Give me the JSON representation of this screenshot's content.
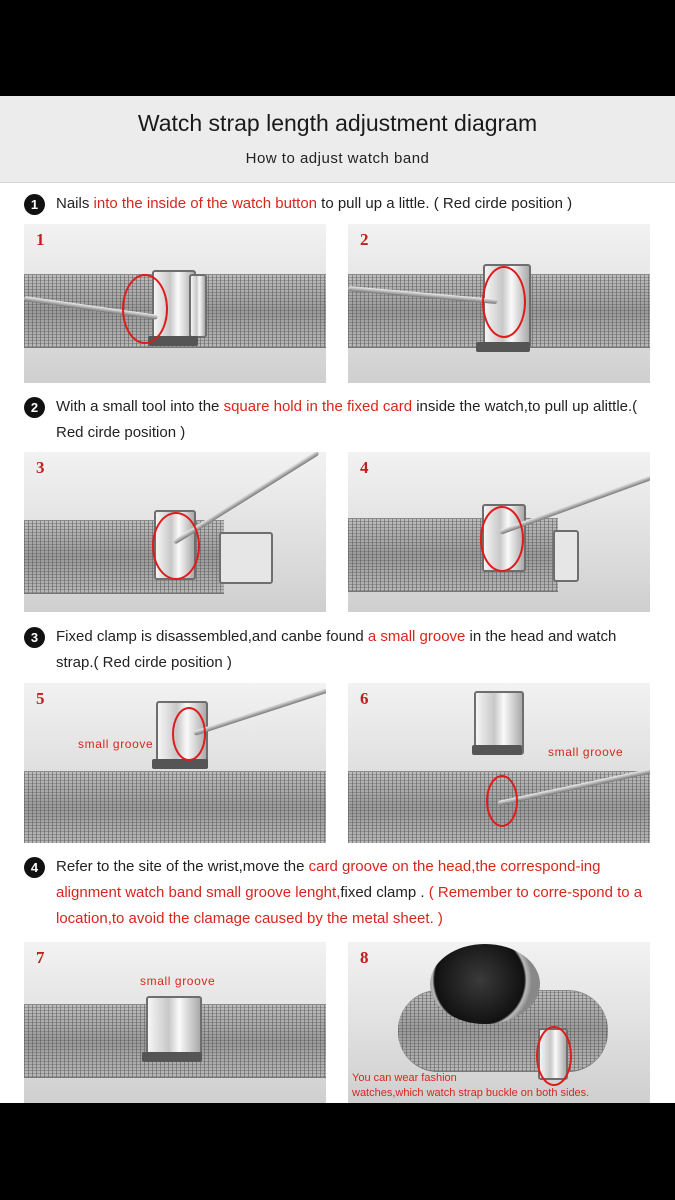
{
  "header": {
    "title": "Watch strap length adjustment diagram",
    "subtitle": "How to adjust watch band"
  },
  "steps": [
    {
      "number": "1",
      "parts": [
        "Nails ",
        "into the inside of the watch button",
        " to pull up a little. ( Red cirde position )"
      ]
    },
    {
      "number": "2",
      "parts": [
        "With a small tool into the ",
        "square hold in the fixed card",
        " inside the watch,to pull up alittle.( Red cirde position )"
      ]
    },
    {
      "number": "3",
      "parts": [
        "Fixed clamp is disassembled,and canbe found ",
        "a small groove",
        " in the head and watch strap.( Red cirde position )"
      ]
    },
    {
      "number": "4",
      "parts": [
        "Refer to the site of the wrist,move the ",
        "card groove on the head,the correspond-ing alignment watch band small groove lenght,",
        "fixed clamp . ",
        "( Remember to corre-spond to a location,to avoid the clamage caused by the metal sheet. )"
      ]
    }
  ],
  "photos": {
    "p1": "1",
    "p2": "2",
    "p3": "3",
    "p4": "4",
    "p5": "5",
    "p6": "6",
    "p7": "7",
    "p8": "8"
  },
  "labels": {
    "groove5": "small groove",
    "groove6": "small groove",
    "groove7": "small groove",
    "caption8_line1": "You can wear fashion",
    "caption8_line2": "watches,which watch strap buckle on both sides."
  },
  "colors": {
    "accent_red": "#d9261c",
    "background": "#000000",
    "sheet": "#ffffff"
  }
}
